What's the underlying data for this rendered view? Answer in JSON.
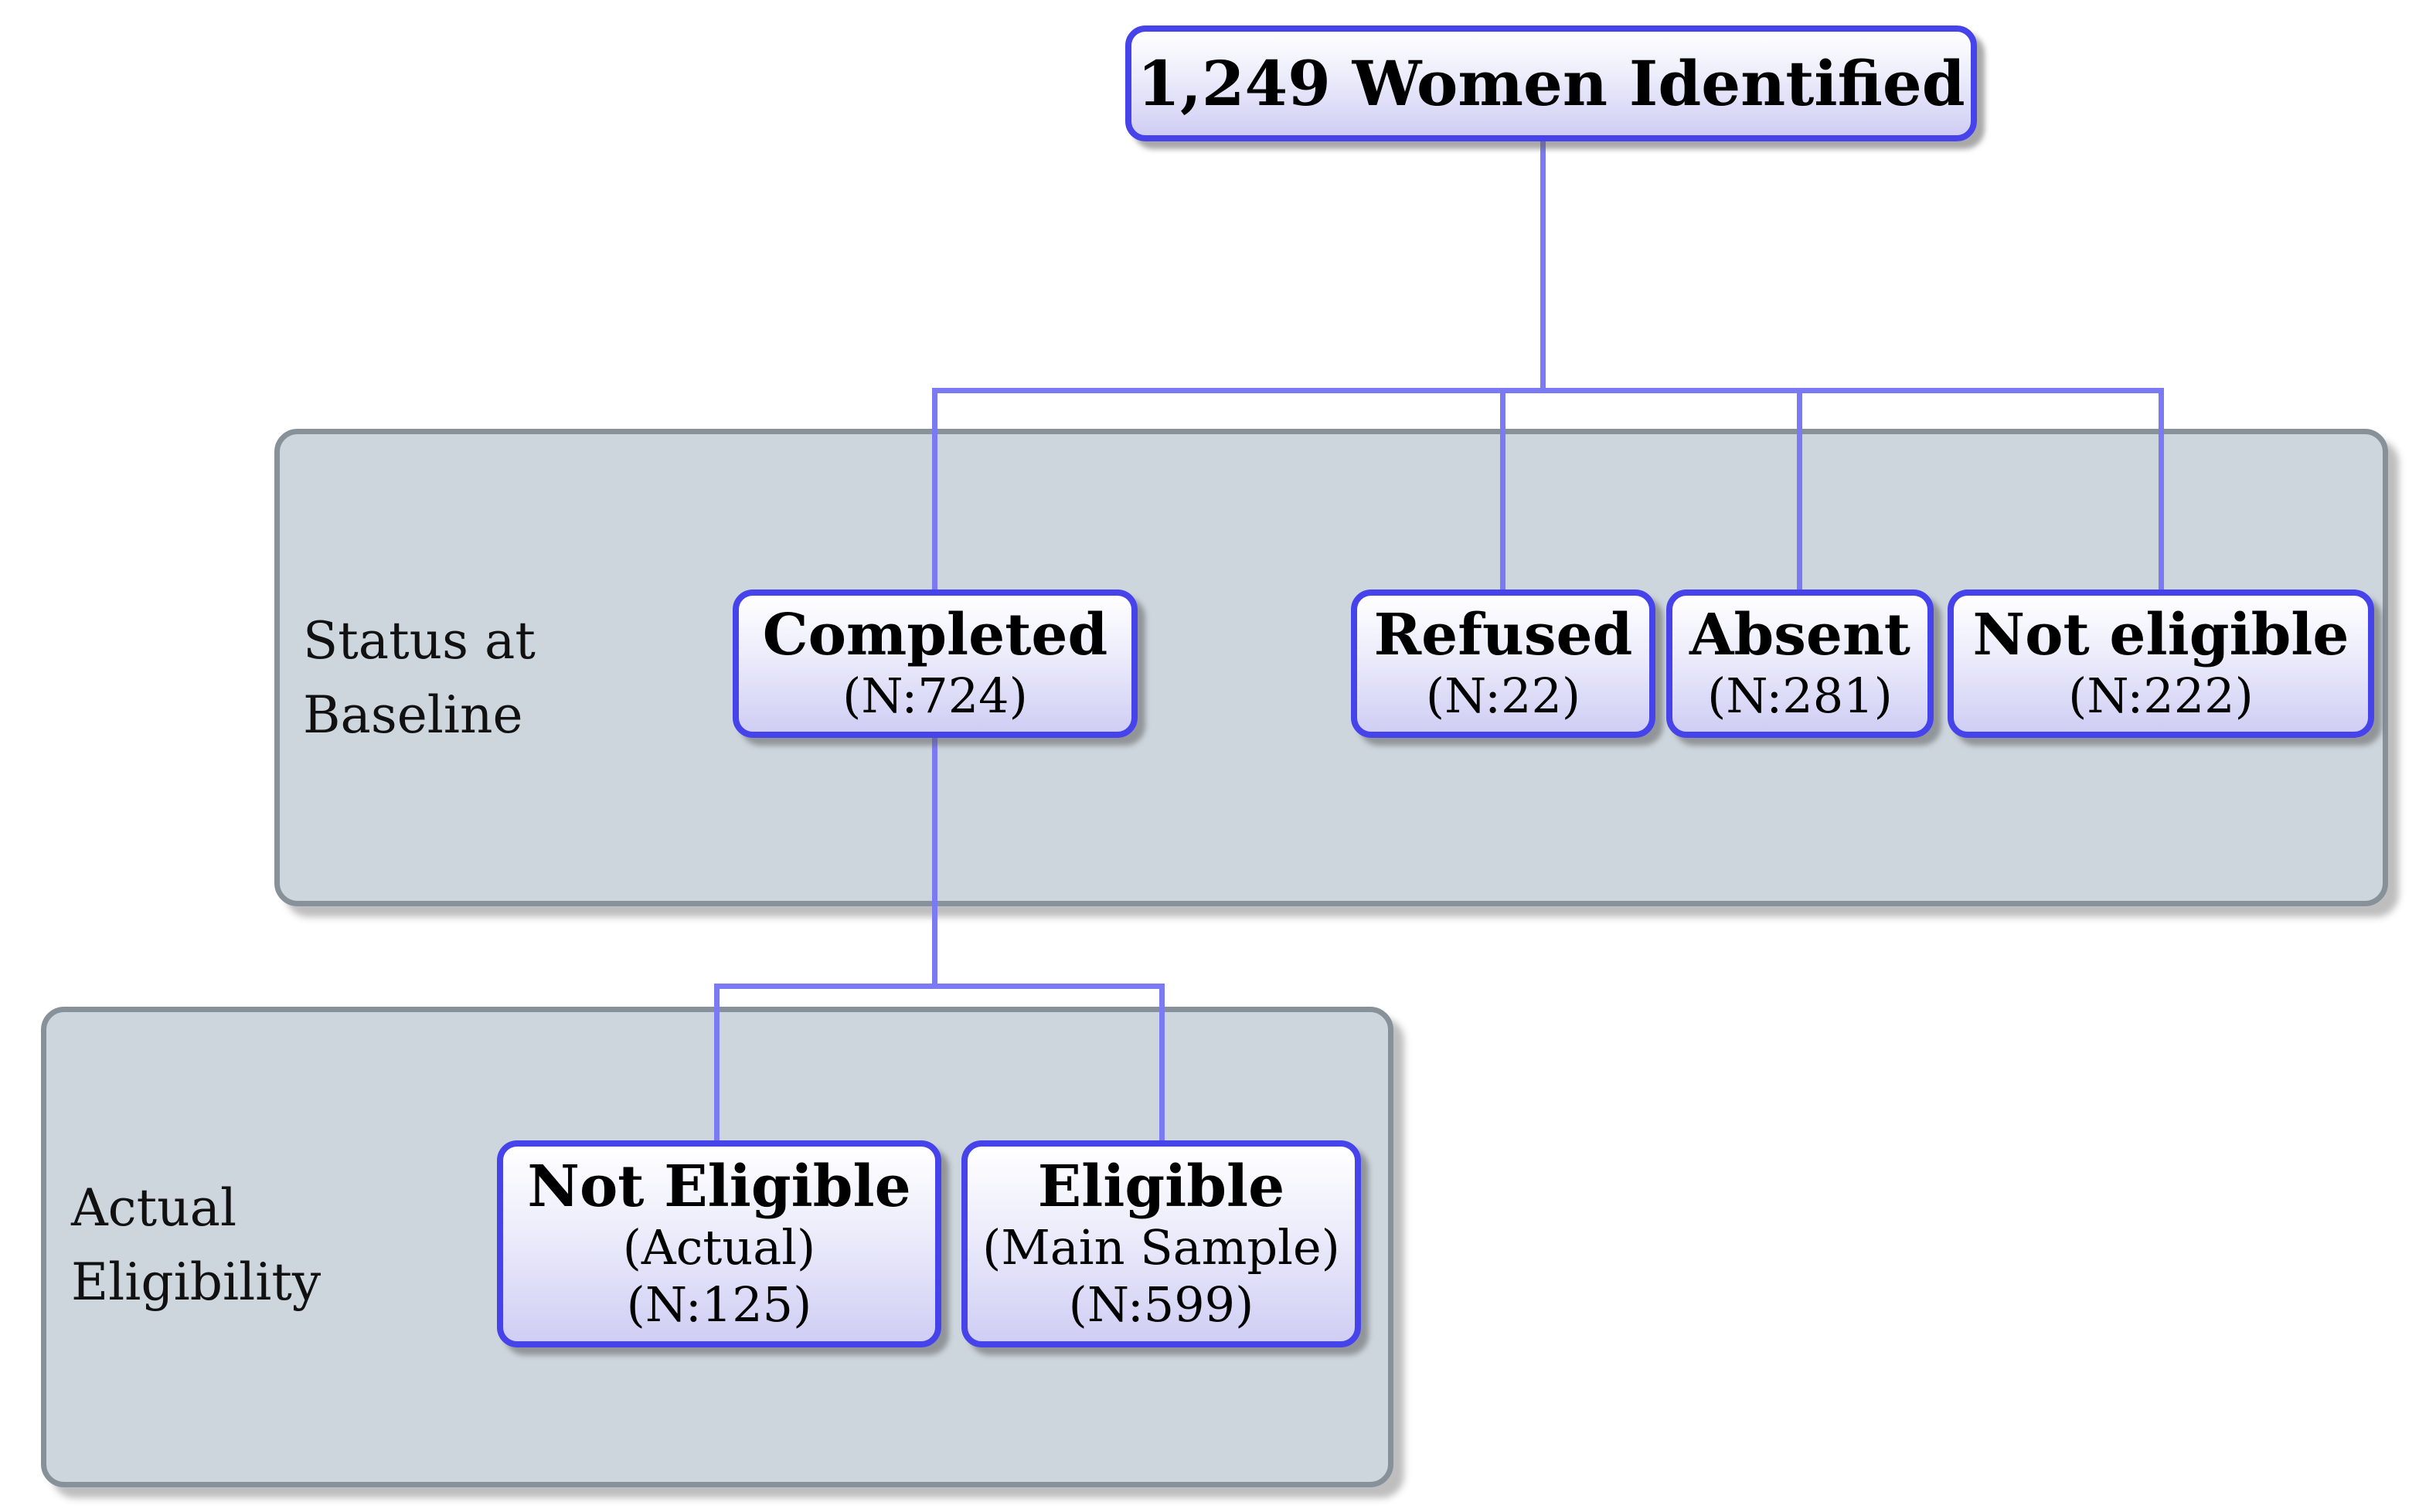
{
  "diagram": {
    "root": {
      "title": "1,249 Women Identified"
    },
    "panels": [
      {
        "name": "status-at-baseline",
        "label_lines": [
          "Status at",
          "Baseline"
        ]
      },
      {
        "name": "actual-eligibility",
        "label_lines": [
          "Actual",
          "Eligibility"
        ]
      }
    ],
    "baseline_nodes": [
      {
        "title": "Completed",
        "n": "(N:724)"
      },
      {
        "title": "Refused",
        "n": "(N:22)"
      },
      {
        "title": "Absent",
        "n": "(N:281)"
      },
      {
        "title": "Not eligible",
        "n": "(N:222)"
      }
    ],
    "eligibility_nodes": [
      {
        "title": "Not Eligible",
        "qualifier": "(Actual)",
        "n": "(N:125)"
      },
      {
        "title": "Eligible",
        "qualifier": "(Main Sample)",
        "n": "(N:599)"
      }
    ],
    "colors": {
      "node_border": "#4643ea",
      "node_fill_top": "#ffffff",
      "node_fill_mid": "#ededfb",
      "node_fill_bottom": "#cfcef4",
      "connector": "#7b7af3",
      "panel_fill": "#cdd6dd",
      "panel_border": "#87919a",
      "text": "#000000"
    }
  }
}
